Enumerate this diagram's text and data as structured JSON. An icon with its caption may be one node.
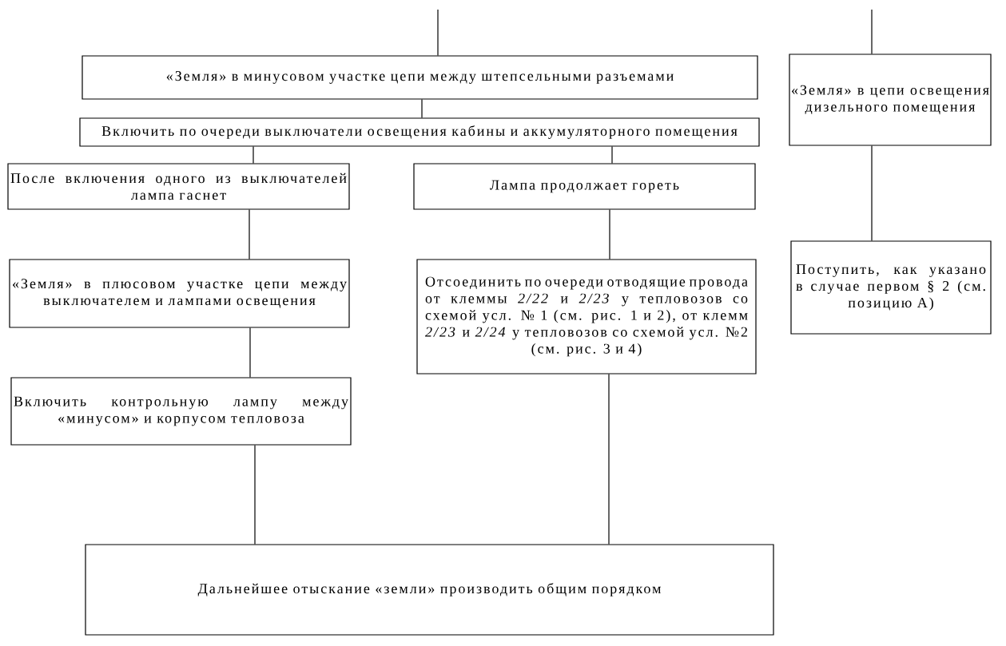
{
  "diagram": {
    "nodes": [
      {
        "text": [
          "«Земля» в минусовом участке цепи между штепсельными разъемами"
        ]
      },
      {
        "text": [
          "Включить по очереди выключатели освещения кабины и аккумуляторного помещения"
        ]
      },
      {
        "text": [
          "После включения одного из выключателей лампа гаснет"
        ]
      },
      {
        "text": [
          "Лампа продолжает гореть"
        ]
      },
      {
        "text": [
          "«Земля» в плюсовом участке цепи между выключателем и лампами освещения"
        ]
      },
      {
        "text": [
          "Отсоединить по очереди отводящие провода от клеммы *2/22* и *2/23* у тепловозов со схемой усл. № 1 (см. рис. 1 и 2), от клемм *2/23* и *2/24* у тепловозов со схемой усл. №2 (см. рис. 3 и 4)"
        ]
      },
      {
        "text": [
          "Включить контрольную лампу между «минусом» и корпусом тепловоза"
        ]
      },
      {
        "text": [
          "Дальнейшее отыскание «земли» производить общим порядком"
        ]
      },
      {
        "text": [
          "«Земля» в цепи освещения дизельного помещения"
        ]
      },
      {
        "text": [
          "Поступить, как указано в случае первом § 2 (см. позицию А)"
        ]
      }
    ],
    "edges": [
      {
        "from": null,
        "to": 0,
        "arrow": "none"
      },
      {
        "from": 0,
        "to": 1,
        "arrow": "none"
      },
      {
        "from": 1,
        "to": 2,
        "arrow": "none"
      },
      {
        "from": 1,
        "to": 3,
        "arrow": "none"
      },
      {
        "from": 2,
        "to": 4,
        "arrow": "none"
      },
      {
        "from": 4,
        "to": 6,
        "arrow": "none"
      },
      {
        "from": 6,
        "to": 7,
        "arrow": "none"
      },
      {
        "from": 3,
        "to": 5,
        "arrow": "none"
      },
      {
        "from": 5,
        "to": 7,
        "arrow": "none"
      },
      {
        "from": null,
        "to": 8,
        "arrow": "none"
      },
      {
        "from": 8,
        "to": 9,
        "arrow": "none"
      }
    ]
  }
}
